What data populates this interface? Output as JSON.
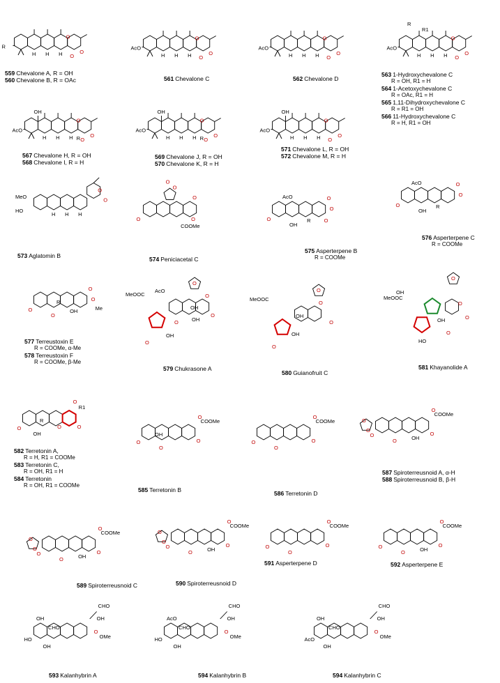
{
  "compounds": [
    {
      "id": "c559",
      "lines": [
        {
          "num": "559",
          "text": "Chevalone A, R = OH"
        },
        {
          "num": "560",
          "text": "Chevalone B, R = OAc"
        }
      ]
    },
    {
      "id": "c561",
      "lines": [
        {
          "num": "561",
          "text": "Chevalone C"
        }
      ]
    },
    {
      "id": "c562",
      "lines": [
        {
          "num": "562",
          "text": "Chevalone D"
        }
      ]
    },
    {
      "id": "c563",
      "lines": [
        {
          "num": "563",
          "text": "1-Hydroxychevalone C"
        },
        {
          "num": "",
          "text": "R = OH, R1 = H"
        },
        {
          "num": "564",
          "text": "1-Acetoxychevalone C"
        },
        {
          "num": "",
          "text": "R = OAc, R1 = H"
        },
        {
          "num": "565",
          "text": "1,11-Dihydroxychevalone C"
        },
        {
          "num": "",
          "text": "R = R1 = OH"
        },
        {
          "num": "566",
          "text": "11-Hydroxychevalone C"
        },
        {
          "num": "",
          "text": "R = H, R1 = OH"
        }
      ]
    },
    {
      "id": "c567",
      "lines": [
        {
          "num": "567",
          "text": "Chevalone H, R = OH"
        },
        {
          "num": "568",
          "text": "Chevalone I, R = H"
        }
      ]
    },
    {
      "id": "c569",
      "lines": [
        {
          "num": "569",
          "text": "Chevalone J, R = OH"
        },
        {
          "num": "570",
          "text": "Chevalone K, R = H"
        }
      ]
    },
    {
      "id": "c571",
      "lines": [
        {
          "num": "571",
          "text": "Chevalone L, R = OH"
        },
        {
          "num": "572",
          "text": "Chevalone M, R = H"
        }
      ]
    },
    {
      "id": "c573",
      "lines": [
        {
          "num": "573",
          "text": "Aglatomin B"
        }
      ]
    },
    {
      "id": "c574",
      "lines": [
        {
          "num": "574",
          "text": "Peniciacetal C"
        }
      ]
    },
    {
      "id": "c575",
      "lines": [
        {
          "num": "575",
          "text": "Asperterpene B"
        },
        {
          "num": "",
          "text": "R = COOMe"
        }
      ]
    },
    {
      "id": "c576",
      "lines": [
        {
          "num": "576",
          "text": "Asperterpene C"
        },
        {
          "num": "",
          "text": "R = COOMe"
        }
      ]
    },
    {
      "id": "c577",
      "lines": [
        {
          "num": "577",
          "text": "Terreustoxin E"
        },
        {
          "num": "",
          "text": "R = COOMe, α-Me"
        },
        {
          "num": "578",
          "text": "Terreustoxin F"
        },
        {
          "num": "",
          "text": "R = COOMe, β-Me"
        }
      ]
    },
    {
      "id": "c579",
      "lines": [
        {
          "num": "579",
          "text": "Chukrasone A"
        }
      ]
    },
    {
      "id": "c580",
      "lines": [
        {
          "num": "580",
          "text": "Guianofruit C"
        }
      ]
    },
    {
      "id": "c581",
      "lines": [
        {
          "num": "581",
          "text": "Khayanolide A"
        }
      ]
    },
    {
      "id": "c582",
      "lines": [
        {
          "num": "582",
          "text": "Terretonin A,"
        },
        {
          "num": "",
          "text": "R = H, R1 = COOMe"
        },
        {
          "num": "583",
          "text": "Terretonin C,"
        },
        {
          "num": "",
          "text": "R = OH, R1 = H"
        },
        {
          "num": "584",
          "text": "Terretonin"
        },
        {
          "num": "",
          "text": "R = OH, R1 = COOMe"
        }
      ]
    },
    {
      "id": "c585",
      "lines": [
        {
          "num": "585",
          "text": "Terretonin B"
        }
      ]
    },
    {
      "id": "c586",
      "lines": [
        {
          "num": "586",
          "text": "Terretonin D"
        }
      ]
    },
    {
      "id": "c587",
      "lines": [
        {
          "num": "587",
          "text": "Spiroterreusnoid A, α-H"
        },
        {
          "num": "588",
          "text": "Spiroterreusnoid B, β-H"
        }
      ]
    },
    {
      "id": "c589",
      "lines": [
        {
          "num": "589",
          "text": "Spiroterreusnoid C"
        }
      ]
    },
    {
      "id": "c590",
      "lines": [
        {
          "num": "590",
          "text": "Spiroterreusnoid D"
        }
      ]
    },
    {
      "id": "c591",
      "lines": [
        {
          "num": "591",
          "text": "Asperterpene D"
        }
      ]
    },
    {
      "id": "c592",
      "lines": [
        {
          "num": "592",
          "text": "Asperterpene E"
        }
      ]
    },
    {
      "id": "c593",
      "lines": [
        {
          "num": "593",
          "text": "Kalanhybrin A"
        }
      ]
    },
    {
      "id": "c594a",
      "lines": [
        {
          "num": "594",
          "text": "Kalanhybrin B"
        }
      ]
    },
    {
      "id": "c594b",
      "lines": [
        {
          "num": "594",
          "text": "Kalanhybrin C"
        }
      ]
    }
  ],
  "atom_labels": {
    "R": "R",
    "R1": "R1",
    "O": "O",
    "H": "H",
    "OH": "OH",
    "HO": "HO",
    "AcO": "AcO",
    "MeO": "MeO",
    "COOMe": "COOMe",
    "MeOOC": "MeOOC",
    "CHO": "CHO",
    "OMe": "OMe",
    "Me": "Me"
  },
  "highlight_colors": {
    "red": "#d40000",
    "green": "#1c8a2e",
    "oxygen": "#c00000"
  }
}
